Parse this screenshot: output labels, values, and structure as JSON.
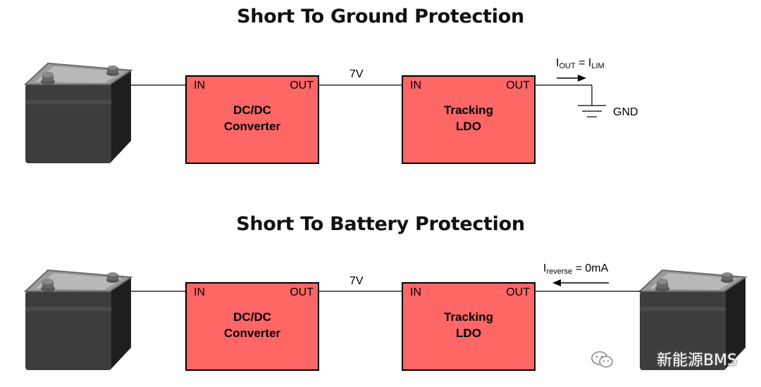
{
  "diagrams": [
    {
      "title": "Short To Ground Protection",
      "block1": {
        "in": "IN",
        "out": "OUT",
        "label_line1": "DC/DC",
        "label_line2": "Converter"
      },
      "block2": {
        "in": "IN",
        "out": "OUT",
        "label_line1": "Tracking",
        "label_line2": "LDO"
      },
      "voltage": "7V",
      "current": {
        "main": "I",
        "sub": "OUT",
        "eq": " = I",
        "sub2": "LIM"
      },
      "ground": "GND"
    },
    {
      "title": "Short To Battery Protection",
      "block1": {
        "in": "IN",
        "out": "OUT",
        "label_line1": "DC/DC",
        "label_line2": "Converter"
      },
      "block2": {
        "in": "IN",
        "out": "OUT",
        "label_line1": "Tracking",
        "label_line2": "LDO"
      },
      "voltage": "7V",
      "current": {
        "main": "I",
        "sub": "reverse",
        "eq": " = 0mA"
      }
    }
  ],
  "watermark": "新能源BMS",
  "colors": {
    "block_fill": "#ff6666",
    "battery_body": "#3a3a3a",
    "battery_top": "#8a8a8a"
  },
  "icons": [
    "battery-icon",
    "ground-symbol-icon",
    "wechat-icon"
  ]
}
